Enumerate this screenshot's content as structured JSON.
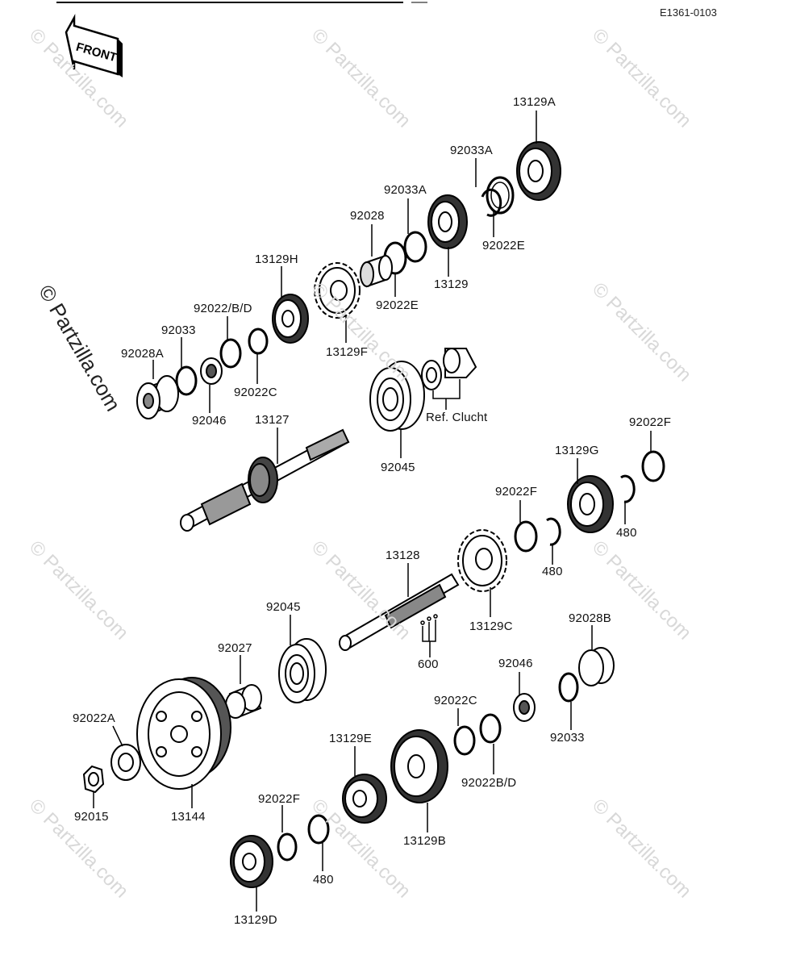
{
  "diagram_code": "E1361-0103",
  "front_label": "FRONT",
  "watermark_text": "© Partzilla.com",
  "side_watermark_text": "© Partzilla.com",
  "ref_note": "Ref. Clucht",
  "parts": [
    {
      "id": "p1",
      "label": "13129A"
    },
    {
      "id": "p2",
      "label": "92033A"
    },
    {
      "id": "p3",
      "label": "92033A"
    },
    {
      "id": "p4",
      "label": "92022E"
    },
    {
      "id": "p5",
      "label": "92028"
    },
    {
      "id": "p6",
      "label": "13129H"
    },
    {
      "id": "p7",
      "label": "13129"
    },
    {
      "id": "p8",
      "label": "92022E"
    },
    {
      "id": "p9",
      "label": "92022/B/D"
    },
    {
      "id": "p10",
      "label": "92033"
    },
    {
      "id": "p11",
      "label": "92028A"
    },
    {
      "id": "p12",
      "label": "13129F"
    },
    {
      "id": "p13",
      "label": "92022C"
    },
    {
      "id": "p14",
      "label": "92046"
    },
    {
      "id": "p15",
      "label": "13127"
    },
    {
      "id": "p16",
      "label": "92045"
    },
    {
      "id": "p17",
      "label": "92022F"
    },
    {
      "id": "p18",
      "label": "13129G"
    },
    {
      "id": "p19",
      "label": "92022F"
    },
    {
      "id": "p20",
      "label": "480"
    },
    {
      "id": "p21",
      "label": "480"
    },
    {
      "id": "p22",
      "label": "13128"
    },
    {
      "id": "p23",
      "label": "13129C"
    },
    {
      "id": "p24",
      "label": "92045"
    },
    {
      "id": "p25",
      "label": "92028B"
    },
    {
      "id": "p26",
      "label": "92027"
    },
    {
      "id": "p27",
      "label": "600"
    },
    {
      "id": "p28",
      "label": "92046"
    },
    {
      "id": "p29",
      "label": "92022C"
    },
    {
      "id": "p30",
      "label": "92022A"
    },
    {
      "id": "p31",
      "label": "92033"
    },
    {
      "id": "p32",
      "label": "13129E"
    },
    {
      "id": "p33",
      "label": "92022B/D"
    },
    {
      "id": "p34",
      "label": "92015"
    },
    {
      "id": "p35",
      "label": "13144"
    },
    {
      "id": "p36",
      "label": "92022F"
    },
    {
      "id": "p37",
      "label": "13129B"
    },
    {
      "id": "p38",
      "label": "480"
    },
    {
      "id": "p39",
      "label": "13129D"
    }
  ]
}
